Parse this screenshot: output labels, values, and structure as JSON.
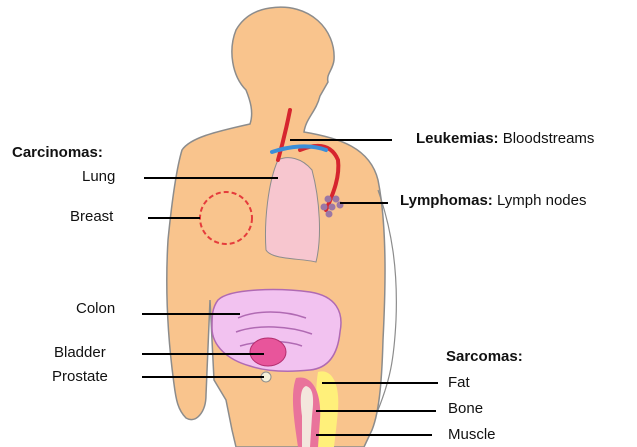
{
  "carcinomas": {
    "heading": "Carcinomas:",
    "items": [
      "Lung",
      "Breast",
      "Colon",
      "Bladder",
      "Prostate"
    ]
  },
  "leukemias": {
    "heading": "Leukemias:",
    "detail": "Bloodstreams"
  },
  "lymphomas": {
    "heading": "Lymphomas:",
    "detail": "Lymph nodes"
  },
  "sarcomas": {
    "heading": "Sarcomas:",
    "items": [
      "Fat",
      "Bone",
      "Muscle"
    ]
  },
  "colors": {
    "skin": "#f9c48d",
    "skin_outline": "#8c8c8c",
    "lung": "#f7c6cf",
    "intestine": "#f2c2f0",
    "intestine_outline": "#b06ab3",
    "bladder": "#e8559b",
    "artery": "#d6252e",
    "vein": "#3b8ed8",
    "fat": "#fff07a",
    "bone": "#f3e6dd",
    "muscle": "#e9739b",
    "tumor_ring": "#e53c3c",
    "lymph": "#9b77a5",
    "leader_line": "#000000"
  }
}
